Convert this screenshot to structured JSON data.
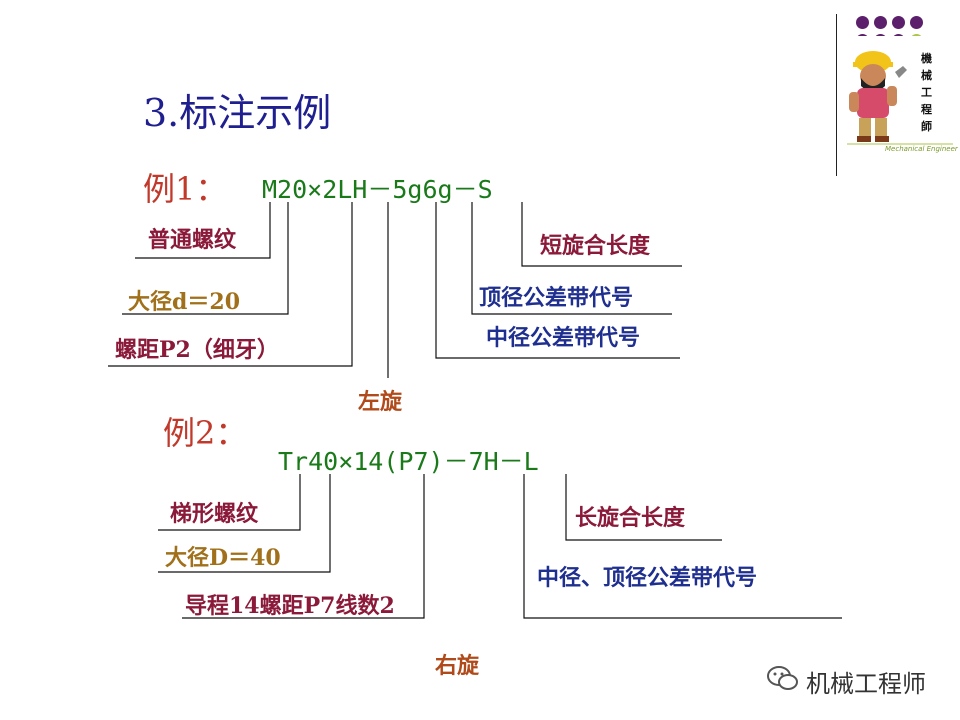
{
  "title": "3.标注示例",
  "logo": {
    "chars": [
      "機",
      "械",
      "工",
      "程",
      "師"
    ],
    "caption": "Mechanical Engineer"
  },
  "example1": {
    "label": "例1：",
    "code": "M20×2LH－5g6g－S",
    "annotations": {
      "thread_type": "普通螺纹",
      "major_diameter": "大径d＝20",
      "pitch": "螺距P2（细牙）",
      "left_hand": "左旋",
      "crest_tolerance": "顶径公差带代号",
      "pitch_tolerance": "中径公差带代号",
      "short_engagement": "短旋合长度"
    }
  },
  "example2": {
    "label": "例2：",
    "code": "Tr40×14(P7)－7H－L",
    "annotations": {
      "thread_type": "梯形螺纹",
      "major_diameter": "大径D＝40",
      "lead_pitch": "导程14螺距P7线数2",
      "right_hand": "右旋",
      "long_engagement": "长旋合长度",
      "tolerance": "中径、顶径公差带代号"
    }
  },
  "watermark": "机械工程师",
  "colors": {
    "title": "#1f1f8f",
    "example_label": "#c0392b",
    "code": "#1a7a1a",
    "dots_purple": "#5b1f6b",
    "dots_green": "#a8c74a"
  }
}
